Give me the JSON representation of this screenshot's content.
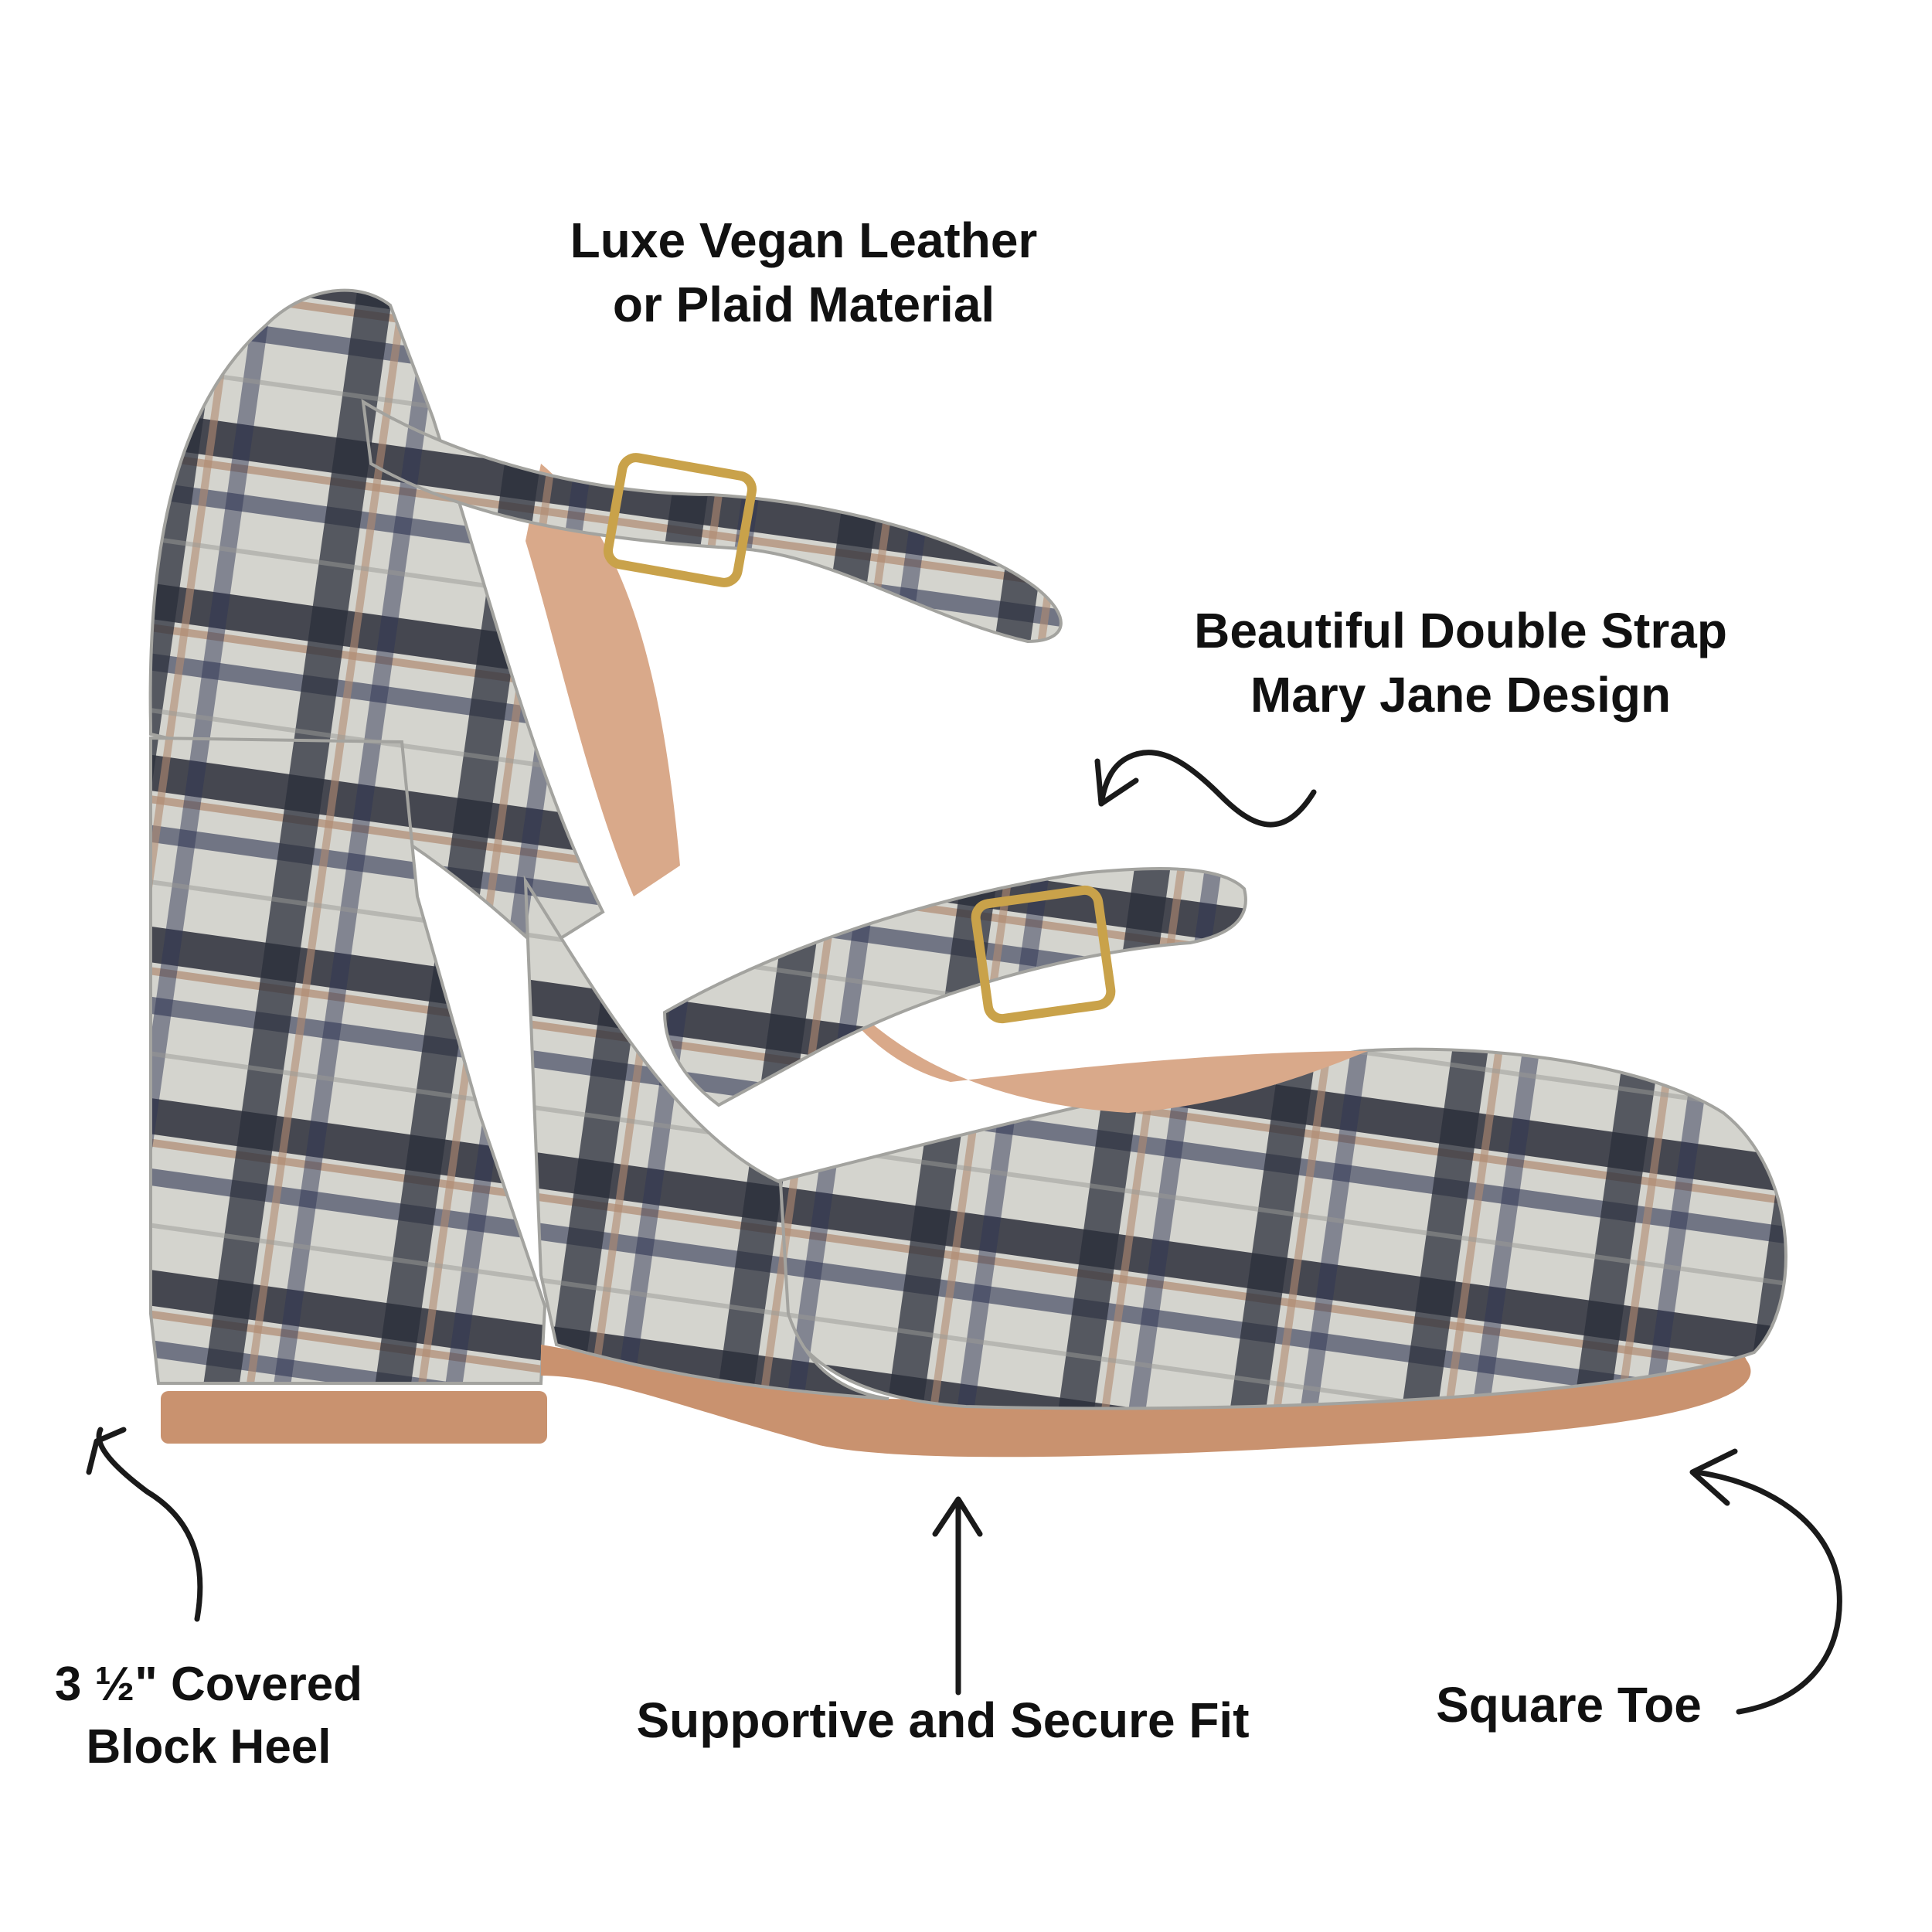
{
  "product": {
    "image_alt": "Plaid double strap Mary Jane block heel pump",
    "colors": {
      "plaid_base": "#cfcfc9",
      "plaid_dark": "#2b2e3a",
      "plaid_navy": "#2f3553",
      "plaid_tan": "#b08a72",
      "lining": "#d9a98a",
      "sole": "#c9926f",
      "buckle": "#c9a24a"
    }
  },
  "callouts": {
    "material": {
      "line1": "Luxe Vegan Leather",
      "line2": "or Plaid Material"
    },
    "strap": {
      "line1": "Beautiful Double Strap",
      "line2": "Mary Jane Design"
    },
    "heel": {
      "line1": "3 ½\" Covered",
      "line2": "Block Heel"
    },
    "fit": {
      "line1": "Supportive and Secure Fit"
    },
    "toe": {
      "line1": "Square Toe"
    }
  }
}
